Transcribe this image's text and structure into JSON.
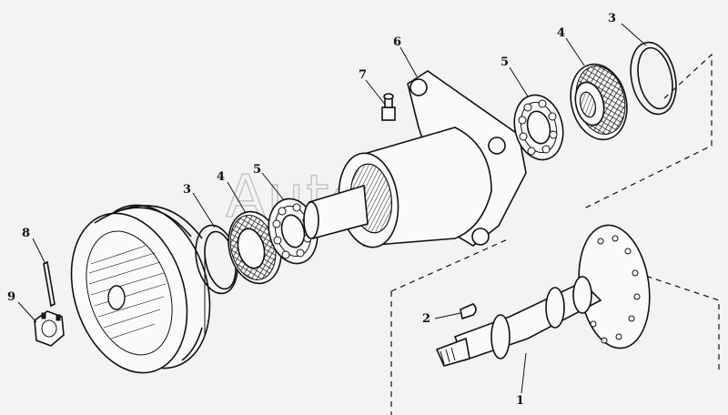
{
  "watermark": "AutoSoft",
  "callouts": [
    {
      "id": "1",
      "label": "1"
    },
    {
      "id": "2",
      "label": "2"
    },
    {
      "id": "3a",
      "label": "3"
    },
    {
      "id": "3b",
      "label": "3"
    },
    {
      "id": "4a",
      "label": "4"
    },
    {
      "id": "4b",
      "label": "4"
    },
    {
      "id": "5a",
      "label": "5"
    },
    {
      "id": "5b",
      "label": "5"
    },
    {
      "id": "6",
      "label": "6"
    },
    {
      "id": "7",
      "label": "7"
    },
    {
      "id": "8",
      "label": "8"
    },
    {
      "id": "9",
      "label": "9"
    }
  ]
}
